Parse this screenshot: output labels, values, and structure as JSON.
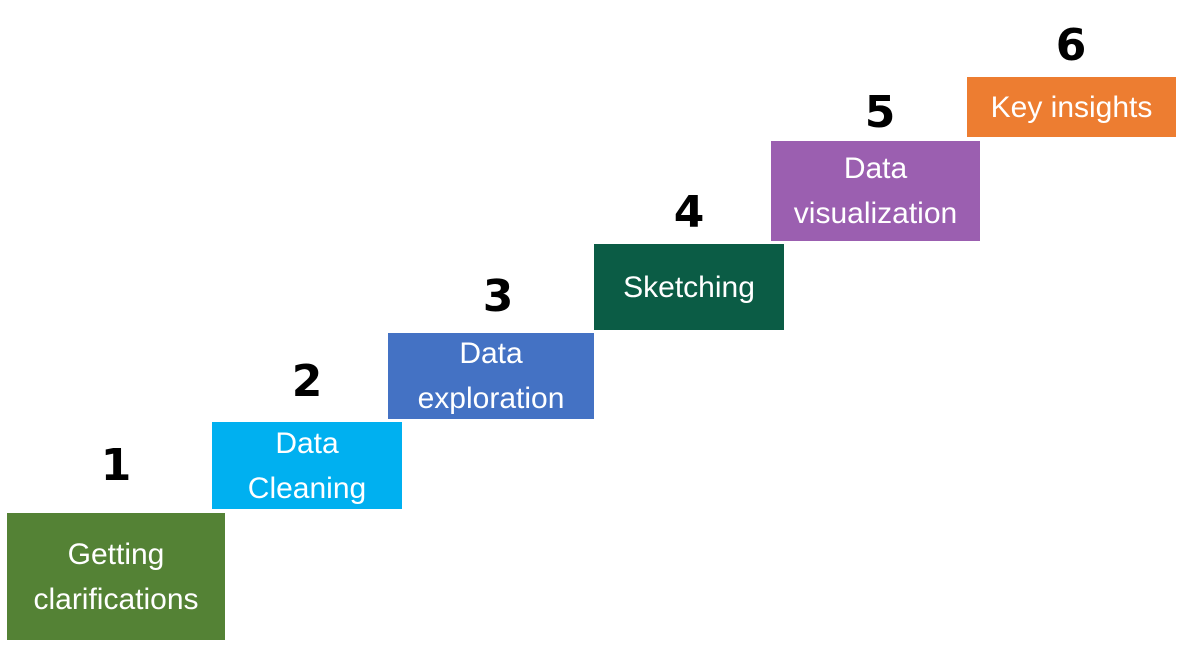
{
  "steps": [
    {
      "number": "1",
      "label": "Getting clarifications",
      "color": "#548235"
    },
    {
      "number": "2",
      "label": "Data Cleaning",
      "color": "#00B0F0"
    },
    {
      "number": "3",
      "label": "Data exploration",
      "color": "#4472C4"
    },
    {
      "number": "4",
      "label": "Sketching",
      "color": "#0B5C45"
    },
    {
      "number": "5",
      "label": "Data visualization",
      "color": "#9B5FB0"
    },
    {
      "number": "6",
      "label": "Key insights",
      "color": "#ED7D31"
    }
  ]
}
